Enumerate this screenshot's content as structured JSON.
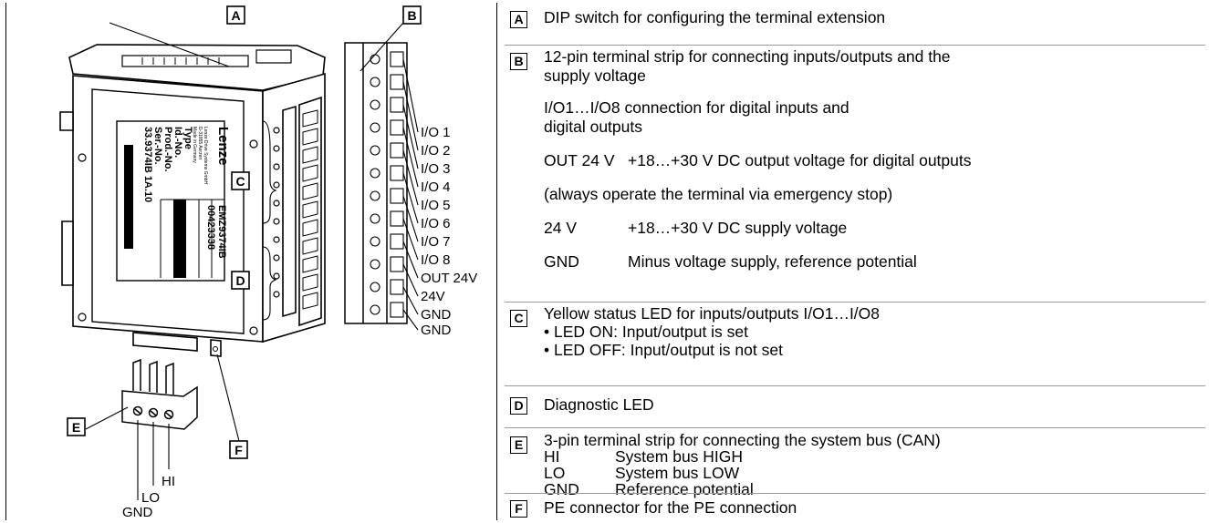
{
  "diagram": {
    "callouts": [
      "A",
      "B",
      "C",
      "D",
      "E",
      "F"
    ],
    "terminal_pins": [
      "I/O 1",
      "I/O 2",
      "I/O 3",
      "I/O 4",
      "I/O 5",
      "I/O 6",
      "I/O 7",
      "I/O 8",
      "OUT 24V",
      "24V",
      "GND",
      "GND"
    ],
    "bus_pins": [
      "HI",
      "LO",
      "GND"
    ],
    "nameplate": {
      "brand": "Lenze",
      "fields": [
        "Type",
        "Id.-No.",
        "Prod.-No.",
        "Ser.-No."
      ],
      "type_value": "EMZ9374IB",
      "id_value": "00423338",
      "serial_value": "33.9374IB 1A.10",
      "small_print": [
        "Lenze Drive Systems GmbH",
        "D-31855 Aerzen",
        "Made in Germany"
      ]
    }
  },
  "legend": {
    "A": {
      "key": "A",
      "lines": [
        "DIP switch for configuring the terminal extension"
      ]
    },
    "B": {
      "key": "B",
      "lines": [
        "12-pin terminal strip for connecting inputs/outputs and the",
        "supply voltage"
      ],
      "io_lines": [
        "I/O1…I/O8 connection for digital inputs and",
        "digital outputs"
      ],
      "out24_label": "OUT 24 V",
      "out24_desc": "+18…+30 V DC output voltage for digital outputs",
      "emergency_note": "(always operate the terminal via emergency stop)",
      "v24_label": "24 V",
      "v24_desc": "+18…+30 V DC supply voltage",
      "gnd_label": "GND",
      "gnd_desc": "Minus voltage supply, reference potential"
    },
    "C": {
      "key": "C",
      "lines": [
        "Yellow status LED for inputs/outputs I/O1…I/O8",
        "• LED ON: Input/output is set",
        "• LED OFF: Input/output is not set"
      ]
    },
    "D": {
      "key": "D",
      "lines": [
        "Diagnostic LED"
      ]
    },
    "E": {
      "key": "E",
      "title": "3-pin terminal strip for connecting the system bus (CAN)",
      "pins": [
        {
          "label": "HI",
          "desc": "System bus HIGH"
        },
        {
          "label": "LO",
          "desc": "System bus LOW"
        },
        {
          "label": "GND",
          "desc": "Reference potential"
        }
      ]
    },
    "F": {
      "key": "F",
      "lines": [
        "PE connector for the PE connection"
      ]
    }
  }
}
